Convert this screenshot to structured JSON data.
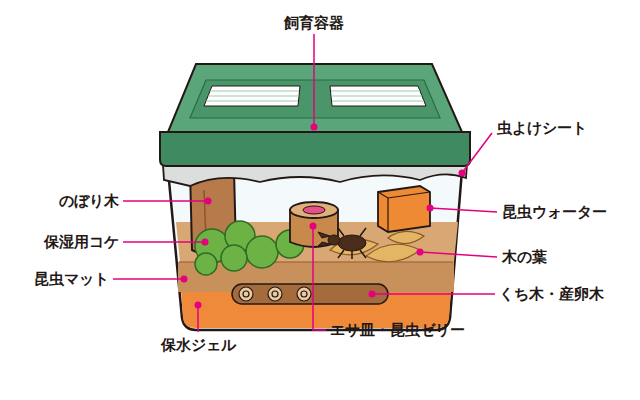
{
  "diagram": {
    "labels": [
      "飼育容器",
      "虫よけシート",
      "のぼり木",
      "昆虫ウォーター",
      "保湿用コケ",
      "木の葉",
      "昆虫マット",
      "くち木・産卵木",
      "エサ皿・昆虫ゼリー",
      "保水ジェル"
    ]
  }
}
